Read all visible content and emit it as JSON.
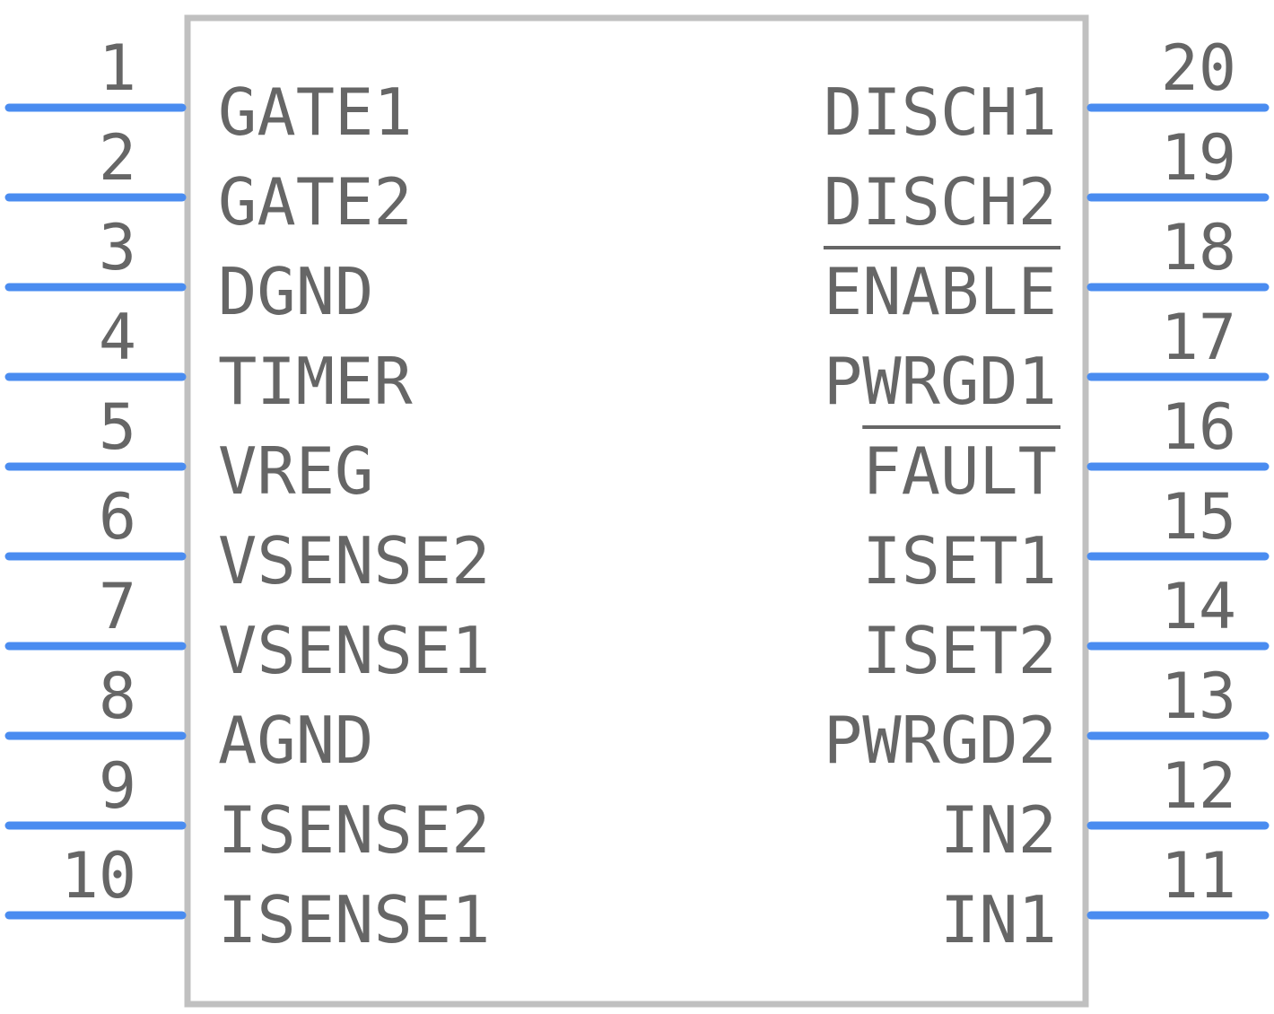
{
  "colors": {
    "body_outline": "#c0c0c0",
    "pin_line": "#4a8cf0",
    "text": "#666666",
    "background": "#ffffff"
  },
  "left_pins": [
    {
      "number": "1",
      "label": "GATE1",
      "active_low": false
    },
    {
      "number": "2",
      "label": "GATE2",
      "active_low": false
    },
    {
      "number": "3",
      "label": "DGND",
      "active_low": false
    },
    {
      "number": "4",
      "label": "TIMER",
      "active_low": false
    },
    {
      "number": "5",
      "label": "VREG",
      "active_low": false
    },
    {
      "number": "6",
      "label": "VSENSE2",
      "active_low": false
    },
    {
      "number": "7",
      "label": "VSENSE1",
      "active_low": false
    },
    {
      "number": "8",
      "label": "AGND",
      "active_low": false
    },
    {
      "number": "9",
      "label": "ISENSE2",
      "active_low": false
    },
    {
      "number": "10",
      "label": "ISENSE1",
      "active_low": false
    }
  ],
  "right_pins": [
    {
      "number": "20",
      "label": "DISCH1",
      "active_low": false
    },
    {
      "number": "19",
      "label": "DISCH2",
      "active_low": false
    },
    {
      "number": "18",
      "label": "ENABLE",
      "active_low": true
    },
    {
      "number": "17",
      "label": "PWRGD1",
      "active_low": false
    },
    {
      "number": "16",
      "label": "FAULT",
      "active_low": true
    },
    {
      "number": "15",
      "label": "ISET1",
      "active_low": false
    },
    {
      "number": "14",
      "label": "ISET2",
      "active_low": false
    },
    {
      "number": "13",
      "label": "PWRGD2",
      "active_low": false
    },
    {
      "number": "12",
      "label": "IN2",
      "active_low": false
    },
    {
      "number": "11",
      "label": "IN1",
      "active_low": false
    }
  ]
}
